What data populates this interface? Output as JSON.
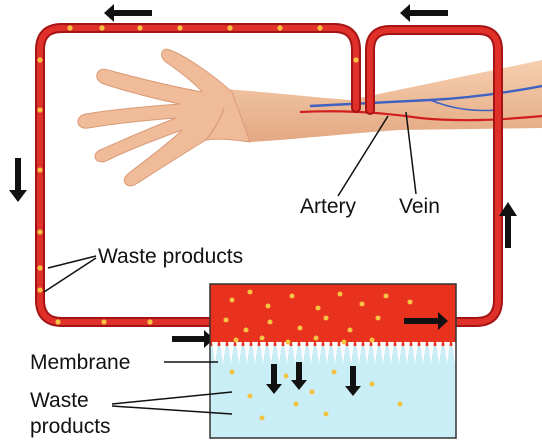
{
  "labels": {
    "artery": "Artery",
    "vein": "Vein",
    "waste_products_top": "Waste products",
    "membrane": "Membrane",
    "waste_products_bottom_line1": "Waste",
    "waste_products_bottom_line2": "products"
  },
  "colors": {
    "tube_outer": "#a51414",
    "tube_inner": "#e0302a",
    "blood_chamber": "#e8321e",
    "dialysate": "#c9eef5",
    "membrane_teeth": "#ffffff",
    "waste_particle": "#f6c244",
    "skin": "#f2bf9c",
    "skin_shade": "#d99a78",
    "artery_line": "#d11e1e",
    "vein_line": "#3e61c2",
    "arrow": "#111111",
    "label_text": "#111111"
  },
  "icons": {
    "flow_arrows": "arrow-icon",
    "particles": "waste-particle"
  }
}
